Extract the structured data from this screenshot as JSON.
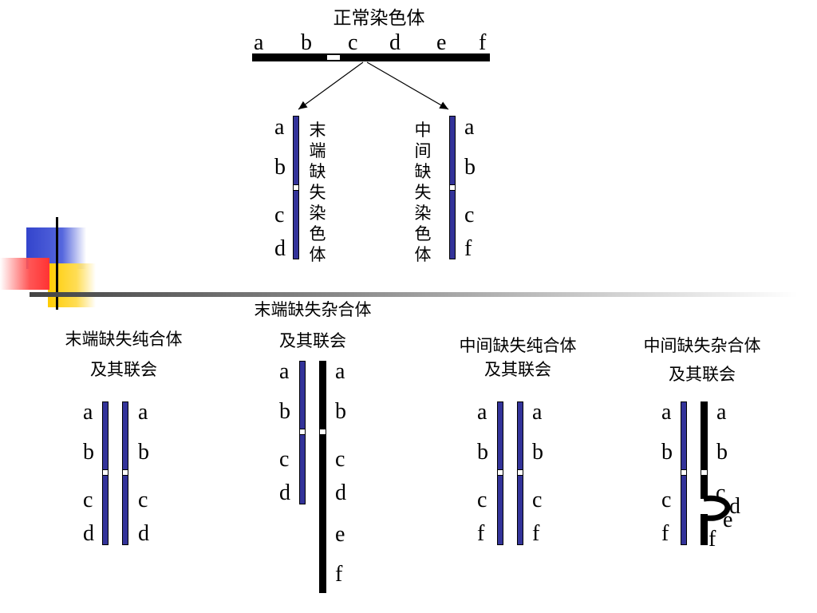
{
  "normal": {
    "title": "正常染色体",
    "labels": [
      "a",
      "b",
      "c",
      "d",
      "e",
      "f"
    ]
  },
  "terminal_deletion_chromosome": {
    "caption": "末端缺失染色体",
    "labels": [
      "a",
      "b",
      "c",
      "d"
    ]
  },
  "interstitial_deletion_chromosome": {
    "caption": "中间缺失染色体",
    "labels": [
      "a",
      "b",
      "c",
      "f"
    ]
  },
  "terminal_homozygote": {
    "title_line1": "末端缺失纯合体",
    "title_line2": "及其联会",
    "left_labels": [
      "a",
      "b",
      "c",
      "d"
    ],
    "right_labels": [
      "a",
      "b",
      "c",
      "d"
    ]
  },
  "terminal_heterozygote": {
    "title_line1": "末端缺失杂合体",
    "title_line2": "及其联会",
    "left_labels": [
      "a",
      "b",
      "c",
      "d"
    ],
    "right_labels": [
      "a",
      "b",
      "c",
      "d",
      "e",
      "f"
    ]
  },
  "interstitial_homozygote": {
    "title_line1": "中间缺失纯合体",
    "title_line2": "及其联会",
    "left_labels": [
      "a",
      "b",
      "c",
      "f"
    ],
    "right_labels": [
      "a",
      "b",
      "c",
      "f"
    ]
  },
  "interstitial_heterozygote": {
    "title_line1": "中间缺失杂合体",
    "title_line2": "及其联会",
    "left_labels": [
      "a",
      "b",
      "c",
      "f"
    ],
    "right_labels": [
      "a",
      "b",
      "c",
      "d",
      "e",
      "f"
    ]
  },
  "colors": {
    "chromosome": "#333399",
    "deco_blue": "#3344cc",
    "deco_yellow": "#ffcc00",
    "deco_red": "#ff3333"
  }
}
